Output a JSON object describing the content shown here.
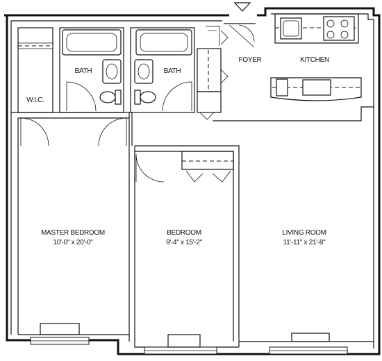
{
  "rooms": {
    "wic": {
      "name": "W.I.C."
    },
    "bath_master": {
      "name": "BATH"
    },
    "bath_second": {
      "name": "BATH"
    },
    "foyer": {
      "name": "FOYER"
    },
    "kitchen": {
      "name": "KITCHEN"
    },
    "master_bedroom": {
      "name": "MASTER BEDROOM",
      "size": "10'-0\" x 20'-0\""
    },
    "bedroom": {
      "name": "BEDROOM",
      "size": "9'-4\" x 15'-2\""
    },
    "living_room": {
      "name": "LIVING ROOM",
      "size": "11'-11\" x 21'-8\""
    }
  },
  "colors": {
    "line": "#111111",
    "background": "#ffffff"
  }
}
